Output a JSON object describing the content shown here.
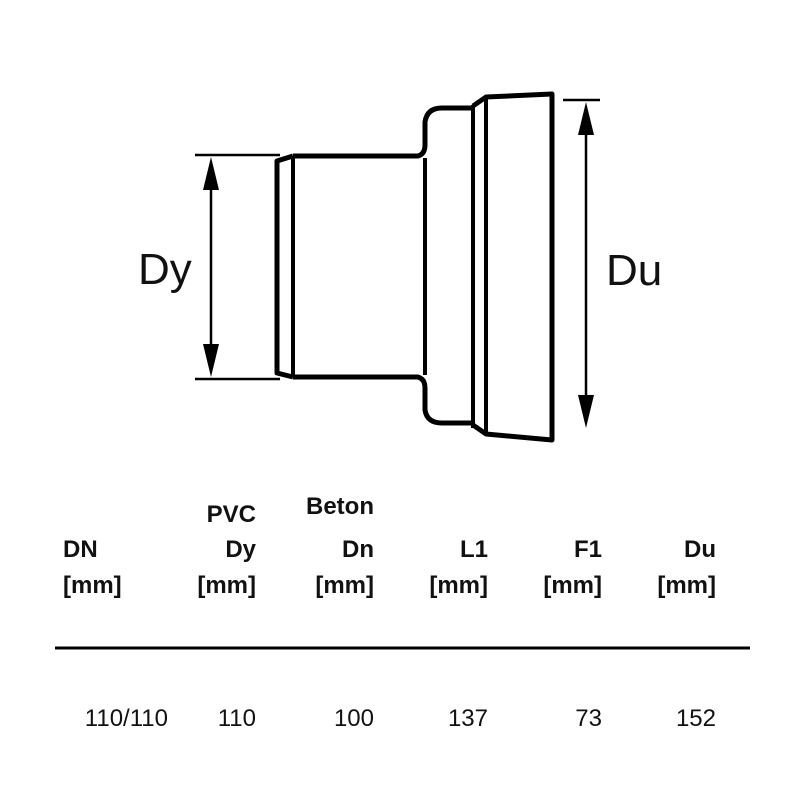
{
  "drawing": {
    "label_left": "Dy",
    "label_right": "Du"
  },
  "table": {
    "headers": [
      {
        "top": "",
        "name": "DN",
        "unit": "[mm]"
      },
      {
        "top": "PVC",
        "name": "Dy",
        "unit": "[mm]"
      },
      {
        "top": "Beton",
        "name": "Dn",
        "unit": "[mm]"
      },
      {
        "top": "",
        "name": "L1",
        "unit": "[mm]"
      },
      {
        "top": "",
        "name": "F1",
        "unit": "[mm]"
      },
      {
        "top": "",
        "name": "Du",
        "unit": "[mm]"
      }
    ],
    "rows": [
      [
        "110/110",
        "110",
        "100",
        "137",
        "73",
        "152"
      ]
    ]
  }
}
